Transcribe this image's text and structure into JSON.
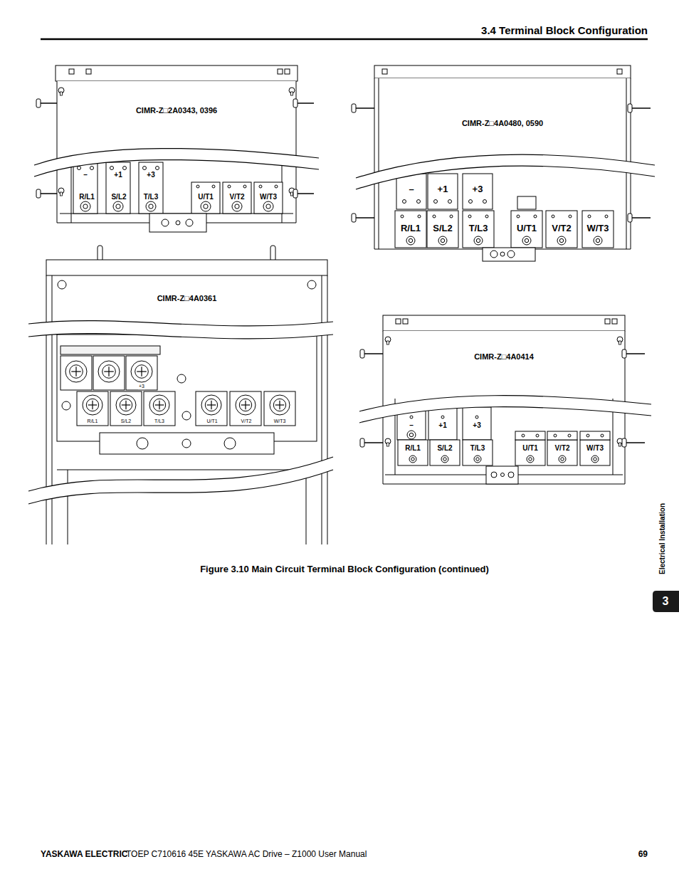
{
  "diagram": {
    "title": "3.4 Terminal Block Configuration",
    "caption": "Figure 3.10  Main Circuit Terminal Block Configuration (continued)",
    "nodes": [
      {
        "text": [
          "CIMR-Z□2A0343, 0396"
        ]
      },
      {
        "text": [
          "CIMR-Z□4A0480, 0590"
        ]
      },
      {
        "text": [
          "CIMR-Z□4A0361"
        ]
      },
      {
        "text": [
          "CIMR-Z□4A0414"
        ]
      }
    ],
    "labels": [
      "–",
      "+1",
      "+3",
      "R/L1",
      "S/L2",
      "T/L3",
      "U/T1",
      "V/T2",
      "W/T3",
      "–",
      "+1",
      "+3",
      "R/L1",
      "S/L2",
      "T/L3",
      "U/T1",
      "V/T2",
      "W/T3",
      "+3",
      "R/L1",
      "S/L2",
      "T/L3",
      "U/T1",
      "V/T2",
      "W/T3",
      "–",
      "+1",
      "+3",
      "R/L1",
      "S/L2",
      "T/L3",
      "U/T1",
      "V/T2",
      "W/T3",
      "YASKAWA ELECTRIC",
      "TOEP C710616 45E YASKAWA AC Drive – Z1000 User Manual",
      "69",
      "Electrical Installation",
      "3"
    ]
  }
}
